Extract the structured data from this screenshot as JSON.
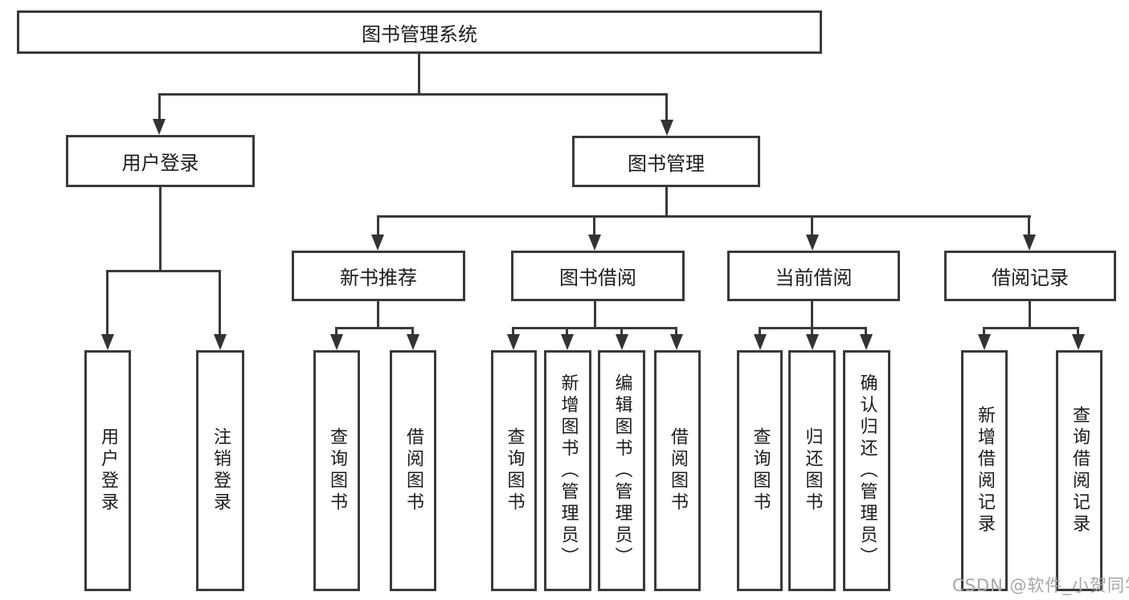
{
  "tree": {
    "root": "图书管理系统",
    "login": {
      "label": "用户登录",
      "children": [
        "用户登录",
        "注销登录"
      ]
    },
    "mgmt": {
      "label": "图书管理",
      "groups": [
        {
          "label": "新书推荐",
          "children": [
            "查询图书",
            "借阅图书"
          ]
        },
        {
          "label": "图书借阅",
          "children": [
            "查询图书",
            "新增图书（管理员）",
            "编辑图书（管理员）",
            "借阅图书"
          ]
        },
        {
          "label": "当前借阅",
          "children": [
            "查询图书",
            "归还图书",
            "确认归还（管理员）"
          ]
        },
        {
          "label": "借阅记录",
          "children": [
            "新增借阅记录",
            "查询借阅记录"
          ]
        }
      ]
    }
  },
  "watermark": "CSDN @软件_小贺同学",
  "colors": {
    "line": "#3a3a3a",
    "text": "#1c1c1c",
    "watermark": "#a6a6a6",
    "background": "#ffffff"
  }
}
